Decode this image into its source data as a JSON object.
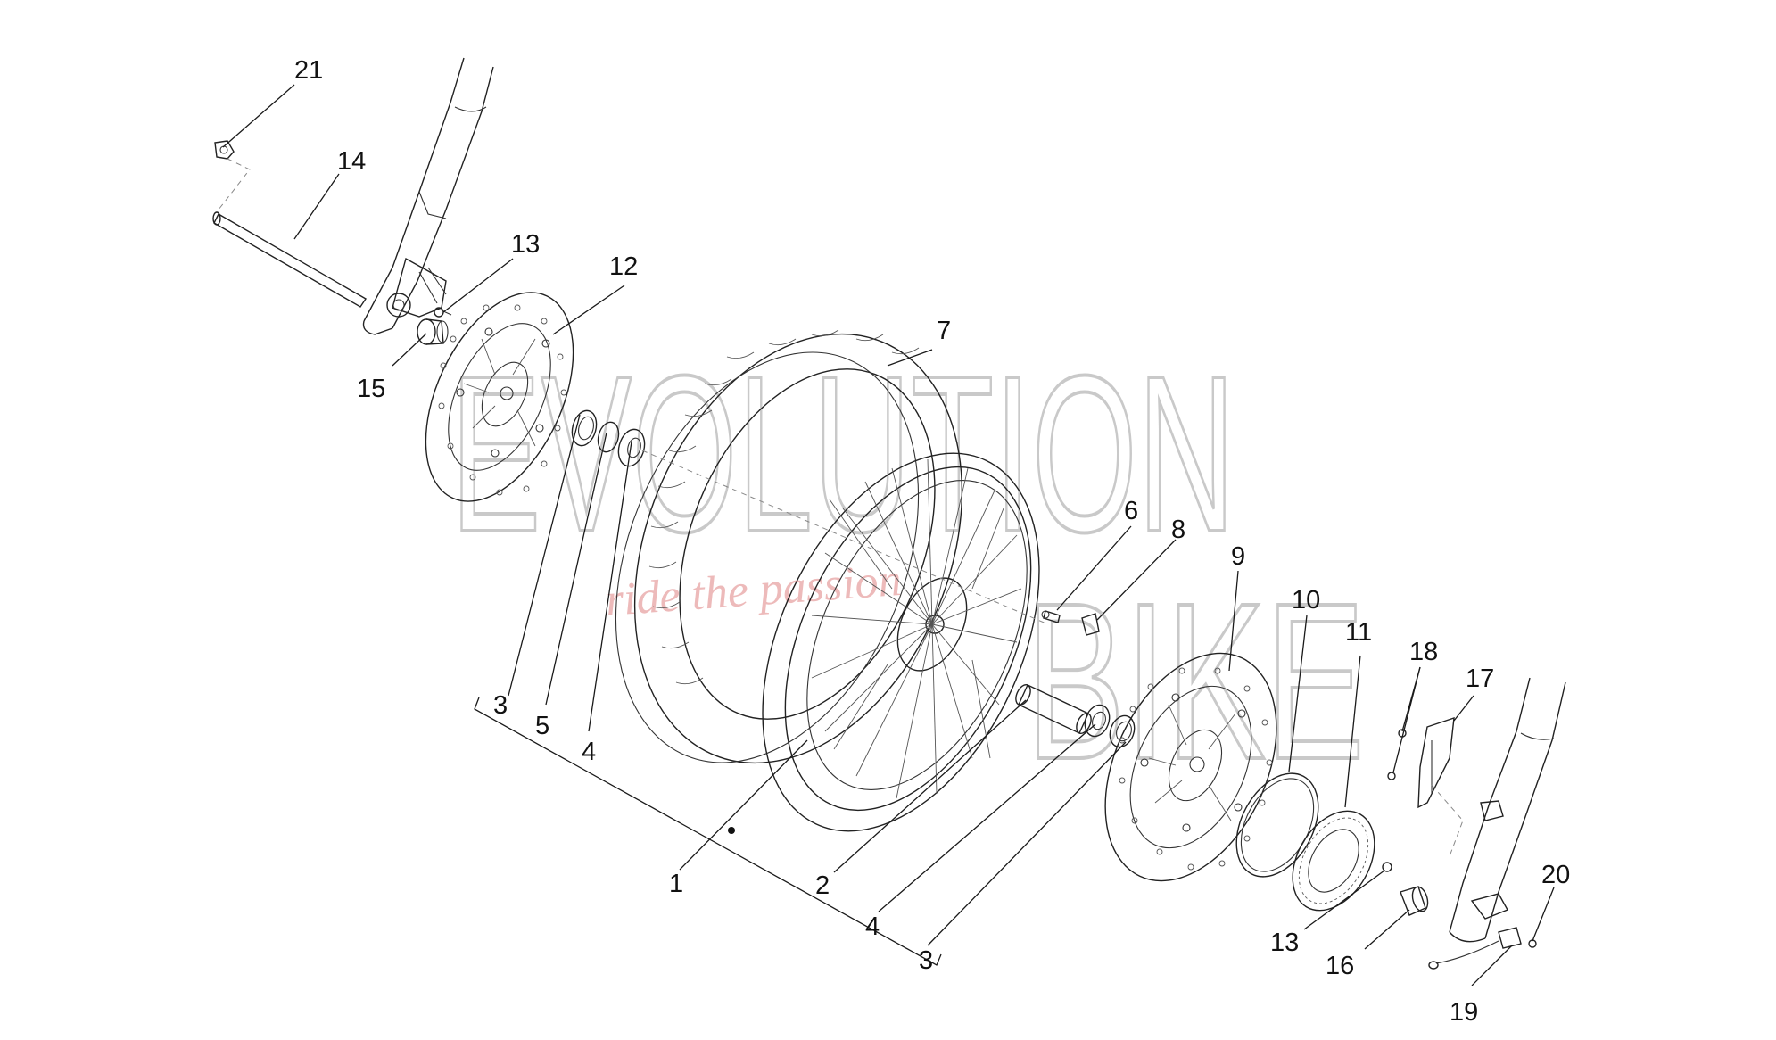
{
  "watermark": {
    "brand_line1": "EVOLUTION",
    "brand_line2": "BIKE",
    "tagline": "ride the passion"
  },
  "callouts": [
    {
      "id": "c21",
      "label": "21"
    },
    {
      "id": "c14",
      "label": "14"
    },
    {
      "id": "c13a",
      "label": "13"
    },
    {
      "id": "c12",
      "label": "12"
    },
    {
      "id": "c15",
      "label": "15"
    },
    {
      "id": "c7",
      "label": "7"
    },
    {
      "id": "c6",
      "label": "6"
    },
    {
      "id": "c8",
      "label": "8"
    },
    {
      "id": "c9",
      "label": "9"
    },
    {
      "id": "c10",
      "label": "10"
    },
    {
      "id": "c11",
      "label": "11"
    },
    {
      "id": "c18",
      "label": "18"
    },
    {
      "id": "c17",
      "label": "17"
    },
    {
      "id": "c3a",
      "label": "3"
    },
    {
      "id": "c5",
      "label": "5"
    },
    {
      "id": "c4a",
      "label": "4"
    },
    {
      "id": "c1",
      "label": "1"
    },
    {
      "id": "c2",
      "label": "2"
    },
    {
      "id": "c4b",
      "label": "4"
    },
    {
      "id": "c3b",
      "label": "3"
    },
    {
      "id": "c13b",
      "label": "13"
    },
    {
      "id": "c16",
      "label": "16"
    },
    {
      "id": "c20",
      "label": "20"
    },
    {
      "id": "c19",
      "label": "19"
    }
  ]
}
